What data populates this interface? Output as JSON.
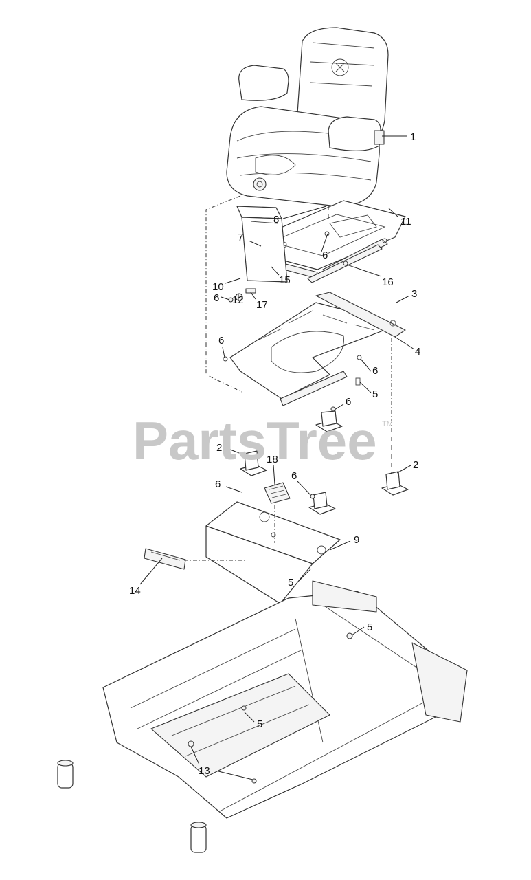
{
  "watermark": {
    "text": "PartsTree",
    "trademark": "TM"
  },
  "callouts": [
    {
      "id": "c1",
      "label": "1"
    },
    {
      "id": "c8",
      "label": "8"
    },
    {
      "id": "c11",
      "label": "11"
    },
    {
      "id": "c7",
      "label": "7"
    },
    {
      "id": "c6a",
      "label": "6"
    },
    {
      "id": "c15",
      "label": "15"
    },
    {
      "id": "c10",
      "label": "10"
    },
    {
      "id": "c16",
      "label": "16"
    },
    {
      "id": "c6b",
      "label": "6"
    },
    {
      "id": "c12",
      "label": "12"
    },
    {
      "id": "c17",
      "label": "17"
    },
    {
      "id": "c3",
      "label": "3"
    },
    {
      "id": "c4",
      "label": "4"
    },
    {
      "id": "c6c",
      "label": "6"
    },
    {
      "id": "c6d",
      "label": "6"
    },
    {
      "id": "c5a",
      "label": "5"
    },
    {
      "id": "c6e",
      "label": "6"
    },
    {
      "id": "c2a",
      "label": "2"
    },
    {
      "id": "c18",
      "label": "18"
    },
    {
      "id": "c2b",
      "label": "2"
    },
    {
      "id": "c6f",
      "label": "6"
    },
    {
      "id": "c6g",
      "label": "6"
    },
    {
      "id": "c9",
      "label": "9"
    },
    {
      "id": "c14",
      "label": "14"
    },
    {
      "id": "c5b",
      "label": "5"
    },
    {
      "id": "c5c",
      "label": "5"
    },
    {
      "id": "c5d",
      "label": "5"
    },
    {
      "id": "c13",
      "label": "13"
    }
  ]
}
